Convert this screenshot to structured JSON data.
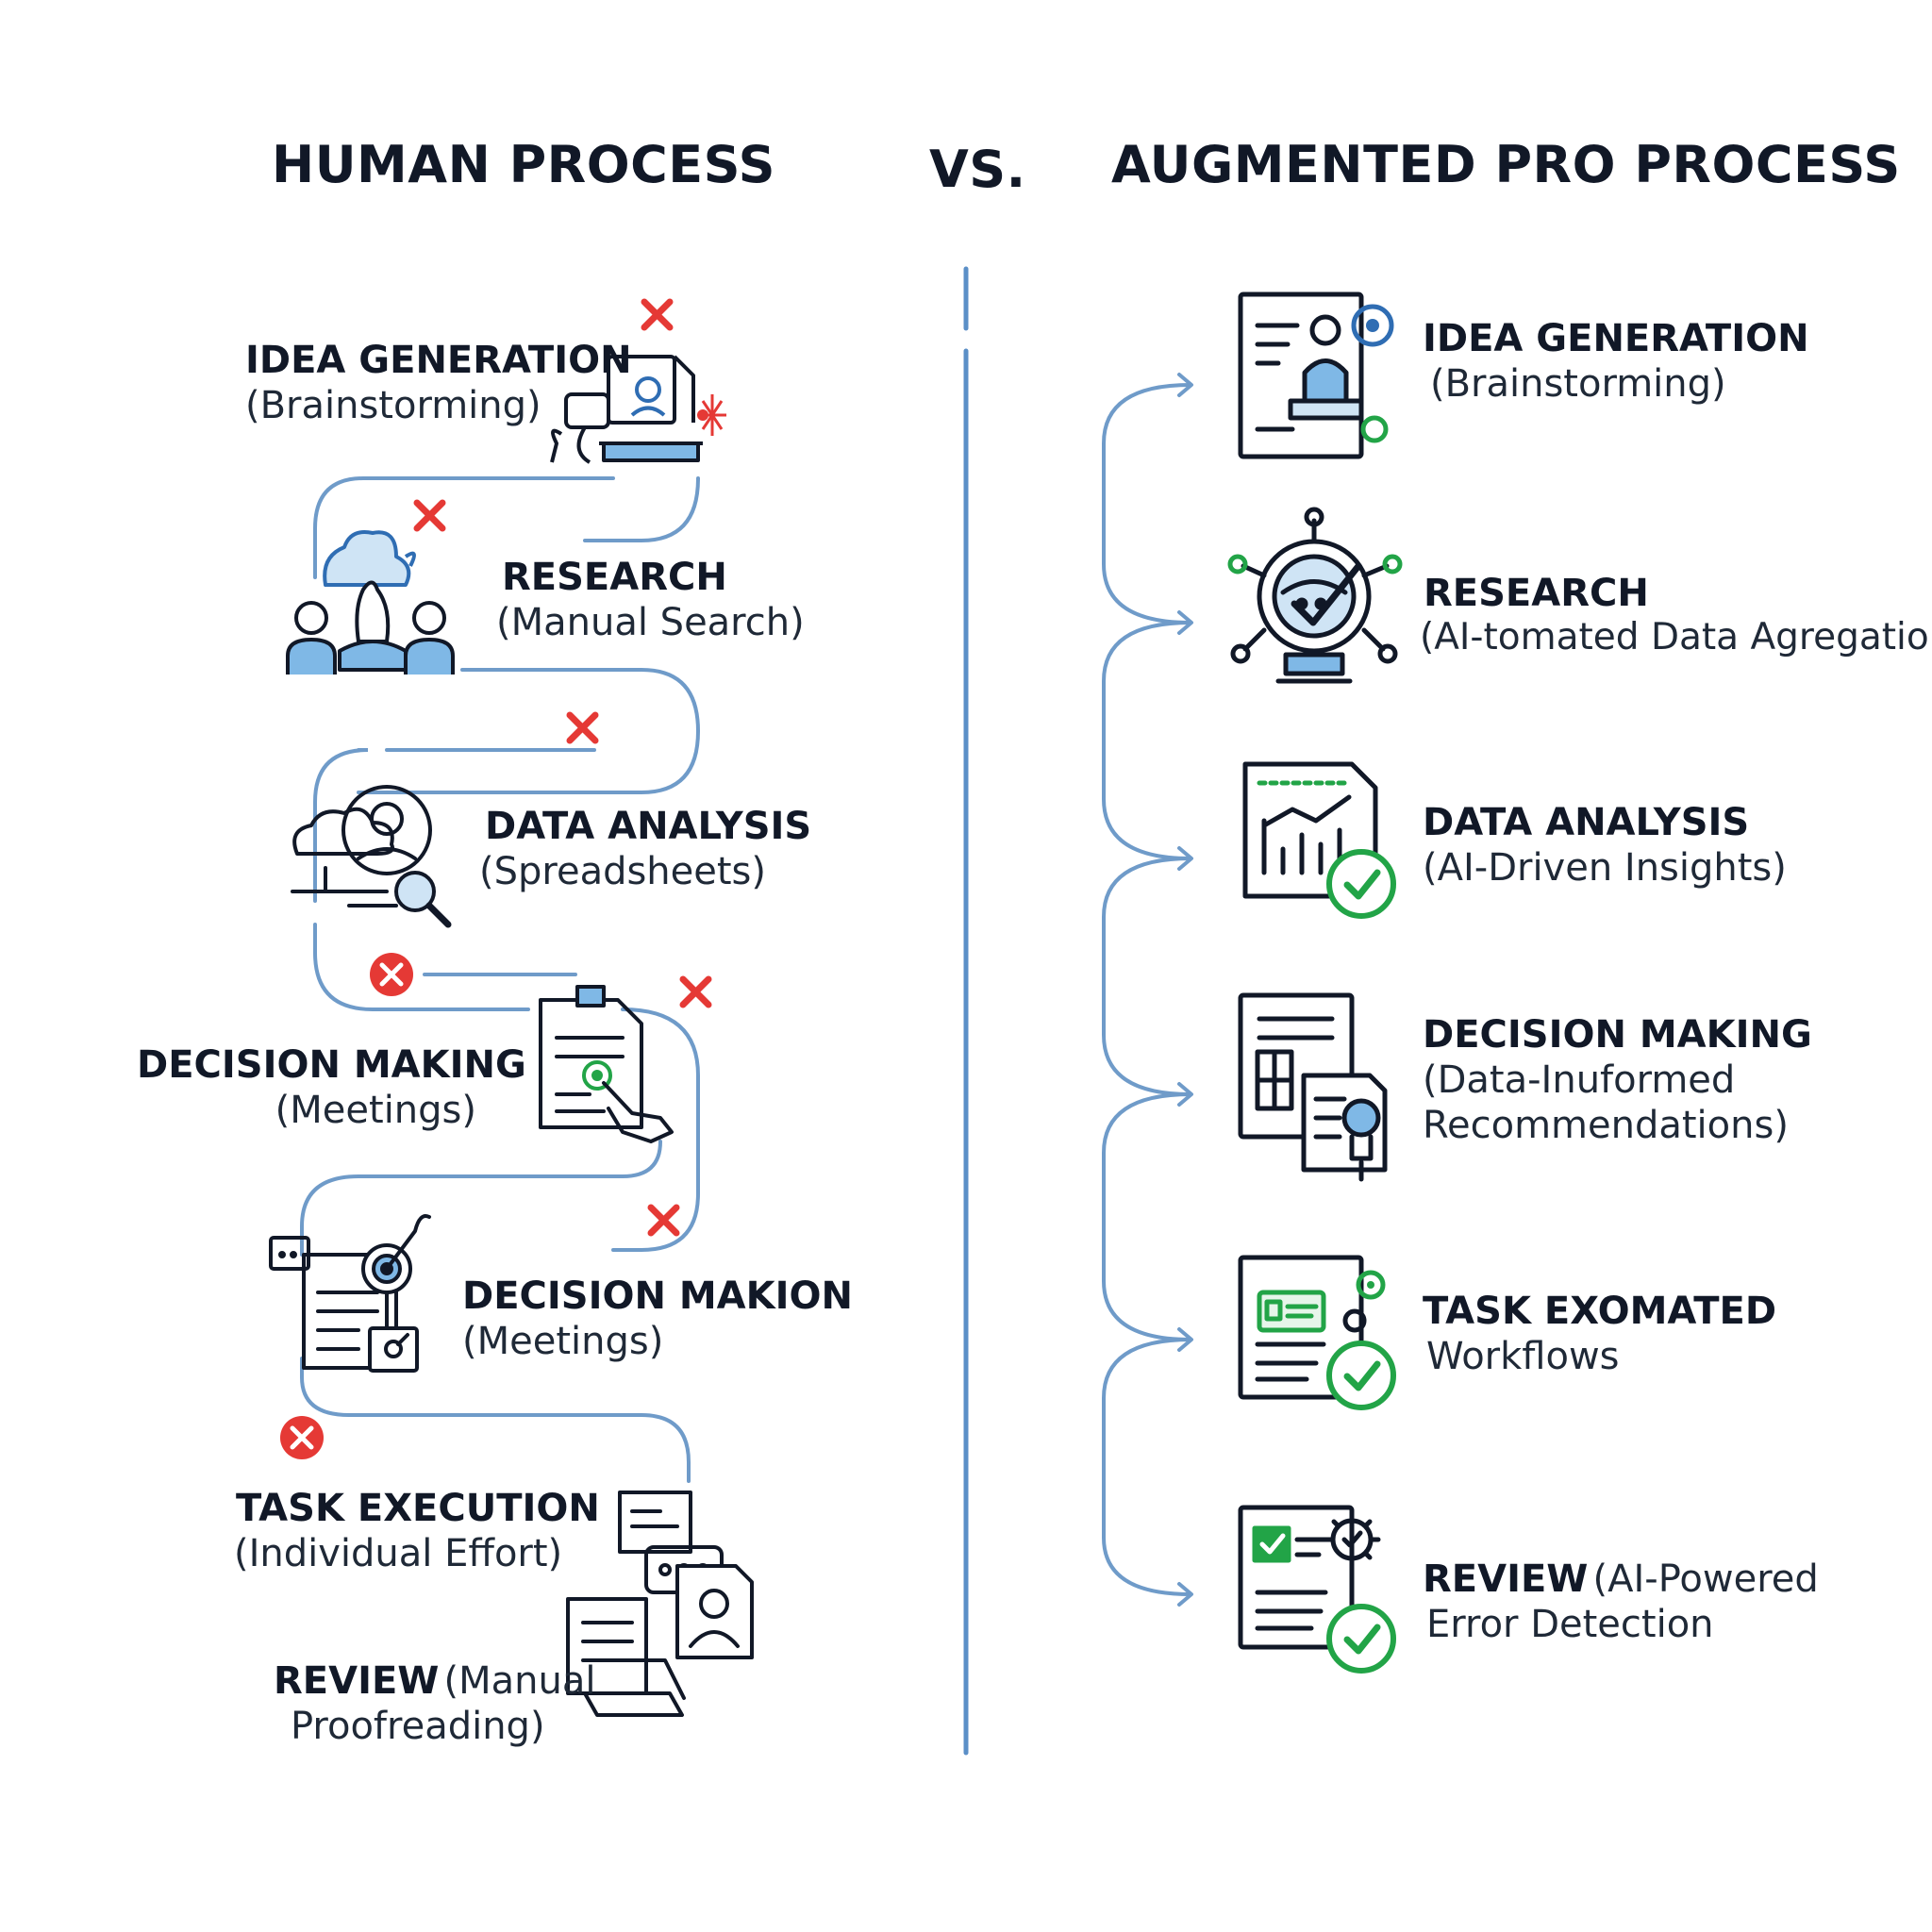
{
  "headers": {
    "left": "HUMAN PROCESS",
    "vs": "VS.",
    "right": "AUGMENTED PRO PROCESS"
  },
  "human_steps": [
    {
      "title": "IDEA GENERATION",
      "sub": "(Brainstorming)",
      "icon": "brainstorm-desk-icon"
    },
    {
      "title": "RESEARCH",
      "sub": "(Manual Search)",
      "icon": "research-people-icon"
    },
    {
      "title": "DATA ANALYSIS",
      "sub": "(Spreadsheets)",
      "icon": "cloud-search-icon"
    },
    {
      "title": "DECISION MAKING",
      "sub": "(Meetings)",
      "icon": "clipboard-hand-icon"
    },
    {
      "title": "DECISION MAKION",
      "sub": "(Meetings)",
      "icon": "target-document-icon"
    },
    {
      "title": "TASK EXECUTION",
      "sub": "(Individual Effort)",
      "icon": "documents-chat-icon"
    },
    {
      "title": "REVIEW",
      "sub_inline": "(Manual",
      "sub": "Proofreading)",
      "icon": "papers-icon"
    }
  ],
  "augmented_steps": [
    {
      "title": "IDEA GENERATION",
      "sub": "(Brainstorming)",
      "icon": "presenter-document-icon"
    },
    {
      "title": "RESEARCH",
      "sub": "(AI-tomated Data Agregation)",
      "icon": "ai-globe-network-icon"
    },
    {
      "title": "DATA ANALYSIS",
      "sub": "(AI-Driven Insights)",
      "icon": "chart-document-check-icon"
    },
    {
      "title": "DECISION MAKING",
      "sub": "(Data-Inuformed",
      "sub2": "Recommendations)",
      "icon": "grid-document-bulb-icon"
    },
    {
      "title": "TASK EXOMATED",
      "sub": "Workflows",
      "icon": "workflow-document-check-icon"
    },
    {
      "title": "REVIEW",
      "title_suffix": "(AI-Powered",
      "sub": "Error Detection",
      "icon": "checklist-gear-check-icon"
    }
  ],
  "colors": {
    "path": "#6f9bc9",
    "divider": "#5b8fc7",
    "fail": "#e53935",
    "success": "#22a447",
    "accent_blue": "#7fb8e6",
    "ink": "#111827"
  }
}
